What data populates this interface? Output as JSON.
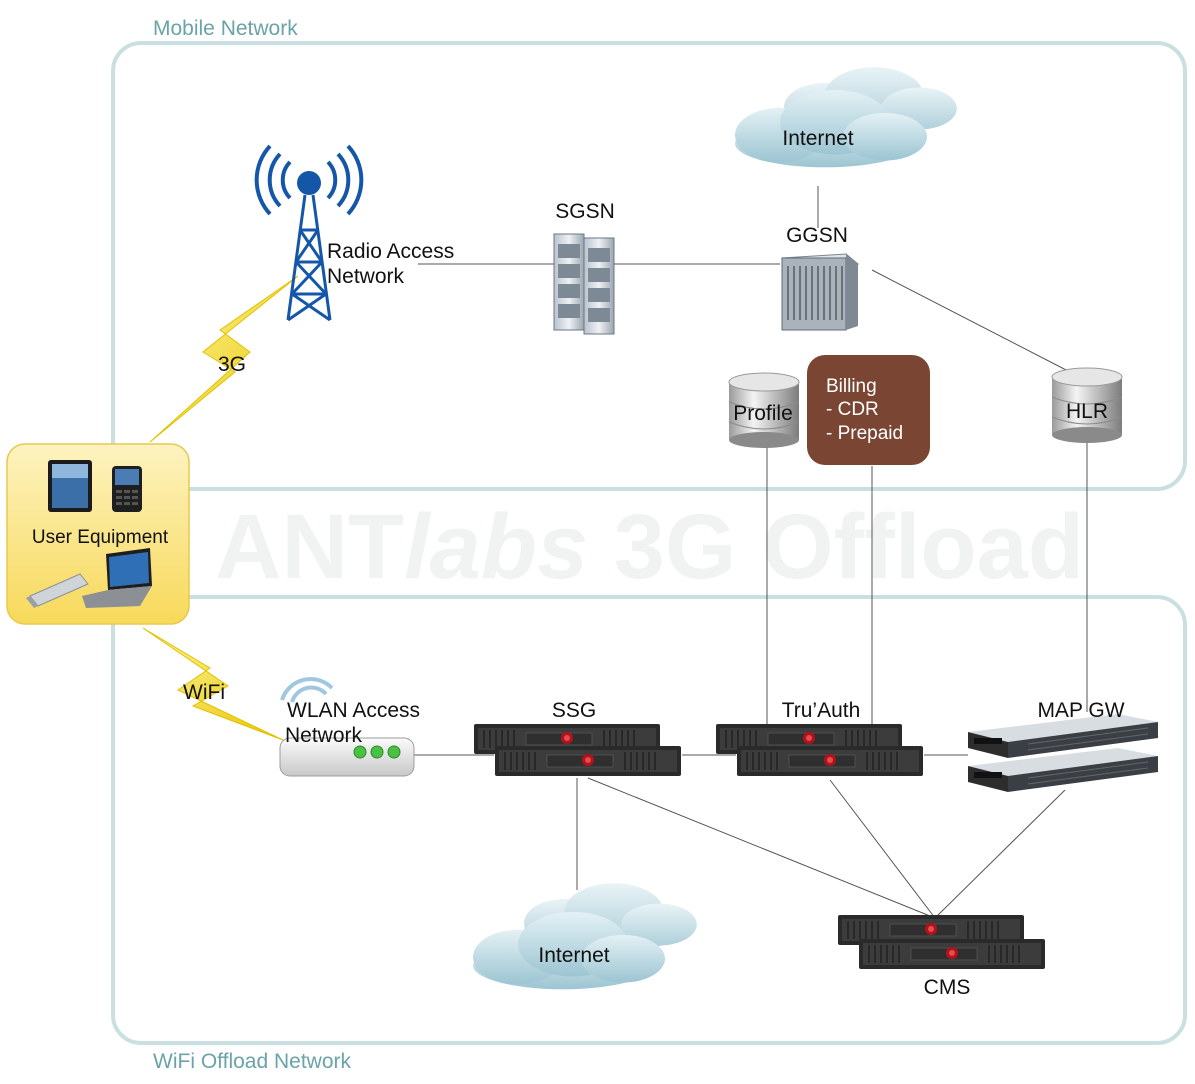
{
  "zones": {
    "mobile": "Mobile Network",
    "wifi": "WiFi Offload Network"
  },
  "watermark": {
    "brand": "ANT",
    "brand_italic": "labs",
    "product": " 3G Offload"
  },
  "nodes": {
    "user_equipment": "User Equipment",
    "radio_access_1": "Radio Access",
    "radio_access_2": "Network",
    "sgsn": "SGSN",
    "ggsn": "GGSN",
    "internet_top": "Internet",
    "profile": "Profile",
    "billing_title": "Billing",
    "billing_cdr": "- CDR",
    "billing_prepaid": "- Prepaid",
    "hlr": "HLR",
    "wlan_1": "WLAN Access",
    "wlan_2": "Network",
    "ssg": "SSG",
    "truauth": "Tru’Auth",
    "mapgw": "MAP GW",
    "internet_bottom": "Internet",
    "cms": "CMS"
  },
  "links": {
    "three_g": "3G",
    "wifi": "WiFi"
  },
  "colors": {
    "zone_border": "#c9dfe0",
    "zone_label": "#6aa3a8",
    "lightning": "#f2dc1a",
    "billing_box": "#7a4633",
    "ue_box": "#fbe88a",
    "cloud": "#a9cdd8"
  }
}
